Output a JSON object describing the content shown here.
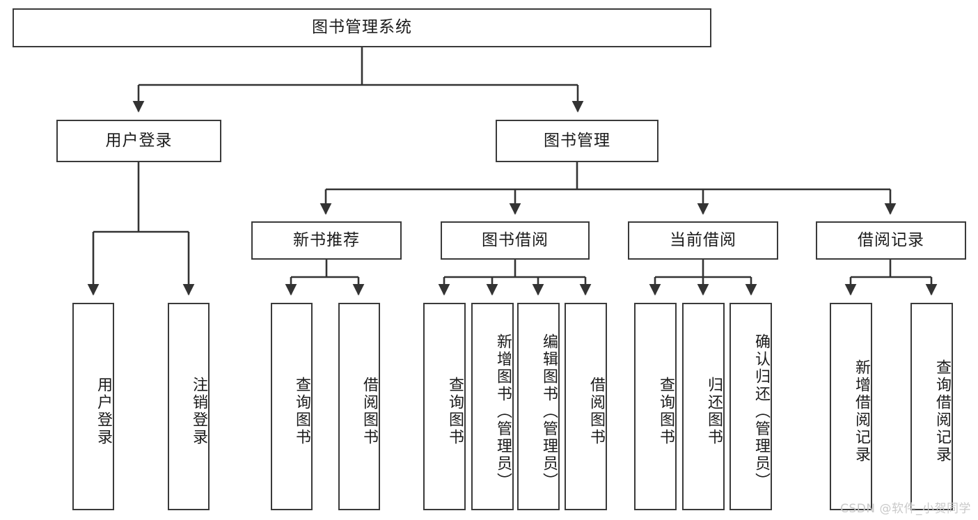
{
  "diagram": {
    "type": "tree",
    "title": "图书管理系统",
    "colors": {
      "box_border": "#3a3a3a",
      "box_fill": "#ffffff",
      "connector": "#333333",
      "text": "#1b1b1b",
      "watermark": "#c9c9c9",
      "background": "#ffffff"
    },
    "root": {
      "label": "图书管理系统"
    },
    "level2": [
      {
        "label": "用户登录"
      },
      {
        "label": "图书管理"
      }
    ],
    "level3": [
      {
        "label": "新书推荐"
      },
      {
        "label": "图书借阅"
      },
      {
        "label": "当前借阅"
      },
      {
        "label": "借阅记录"
      }
    ],
    "leaves": {
      "user_login": [
        {
          "label": "用户登录"
        },
        {
          "label": "注销登录"
        }
      ],
      "new_book": [
        {
          "label": "查询图书"
        },
        {
          "label": "借阅图书"
        }
      ],
      "book_borrow": [
        {
          "label": "查询图书"
        },
        {
          "label": "新增图书（管理员）"
        },
        {
          "label": "编辑图书（管理员）"
        },
        {
          "label": "借阅图书"
        }
      ],
      "current_borrow": [
        {
          "label": "查询图书"
        },
        {
          "label": "归还图书"
        },
        {
          "label": "确认归还（管理员）"
        }
      ],
      "borrow_record": [
        {
          "label": "新增借阅记录"
        },
        {
          "label": "查询借阅记录"
        }
      ]
    },
    "watermark": "CSDN @软件_小贺同学"
  }
}
